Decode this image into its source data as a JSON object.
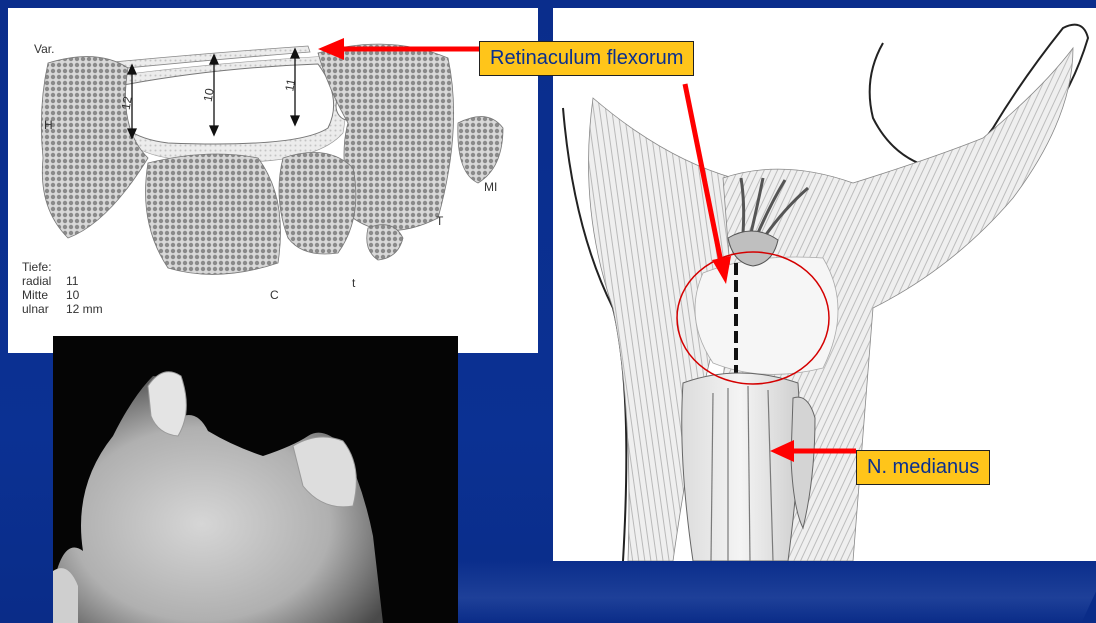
{
  "cross_section": {
    "labels": {
      "var": "Var.",
      "h": "H",
      "mi": "MI",
      "t_upper": "T",
      "c": "C",
      "t_lower": "t"
    },
    "measurements": [
      "12",
      "10",
      "11"
    ],
    "depth_table": {
      "heading": "Tiefe:",
      "rows": [
        {
          "label": "radial",
          "value": "11"
        },
        {
          "label": "Mitte",
          "value": "10"
        },
        {
          "label": "ulnar",
          "value": "12 mm"
        }
      ]
    }
  },
  "callouts": {
    "retinaculum": "Retinaculum flexorum",
    "medianus": "N. medianus"
  },
  "colors": {
    "background": "#0a2f8f",
    "callout_fill": "#ffc51a",
    "callout_text": "#0a2f8f",
    "arrow": "#ff0000"
  }
}
